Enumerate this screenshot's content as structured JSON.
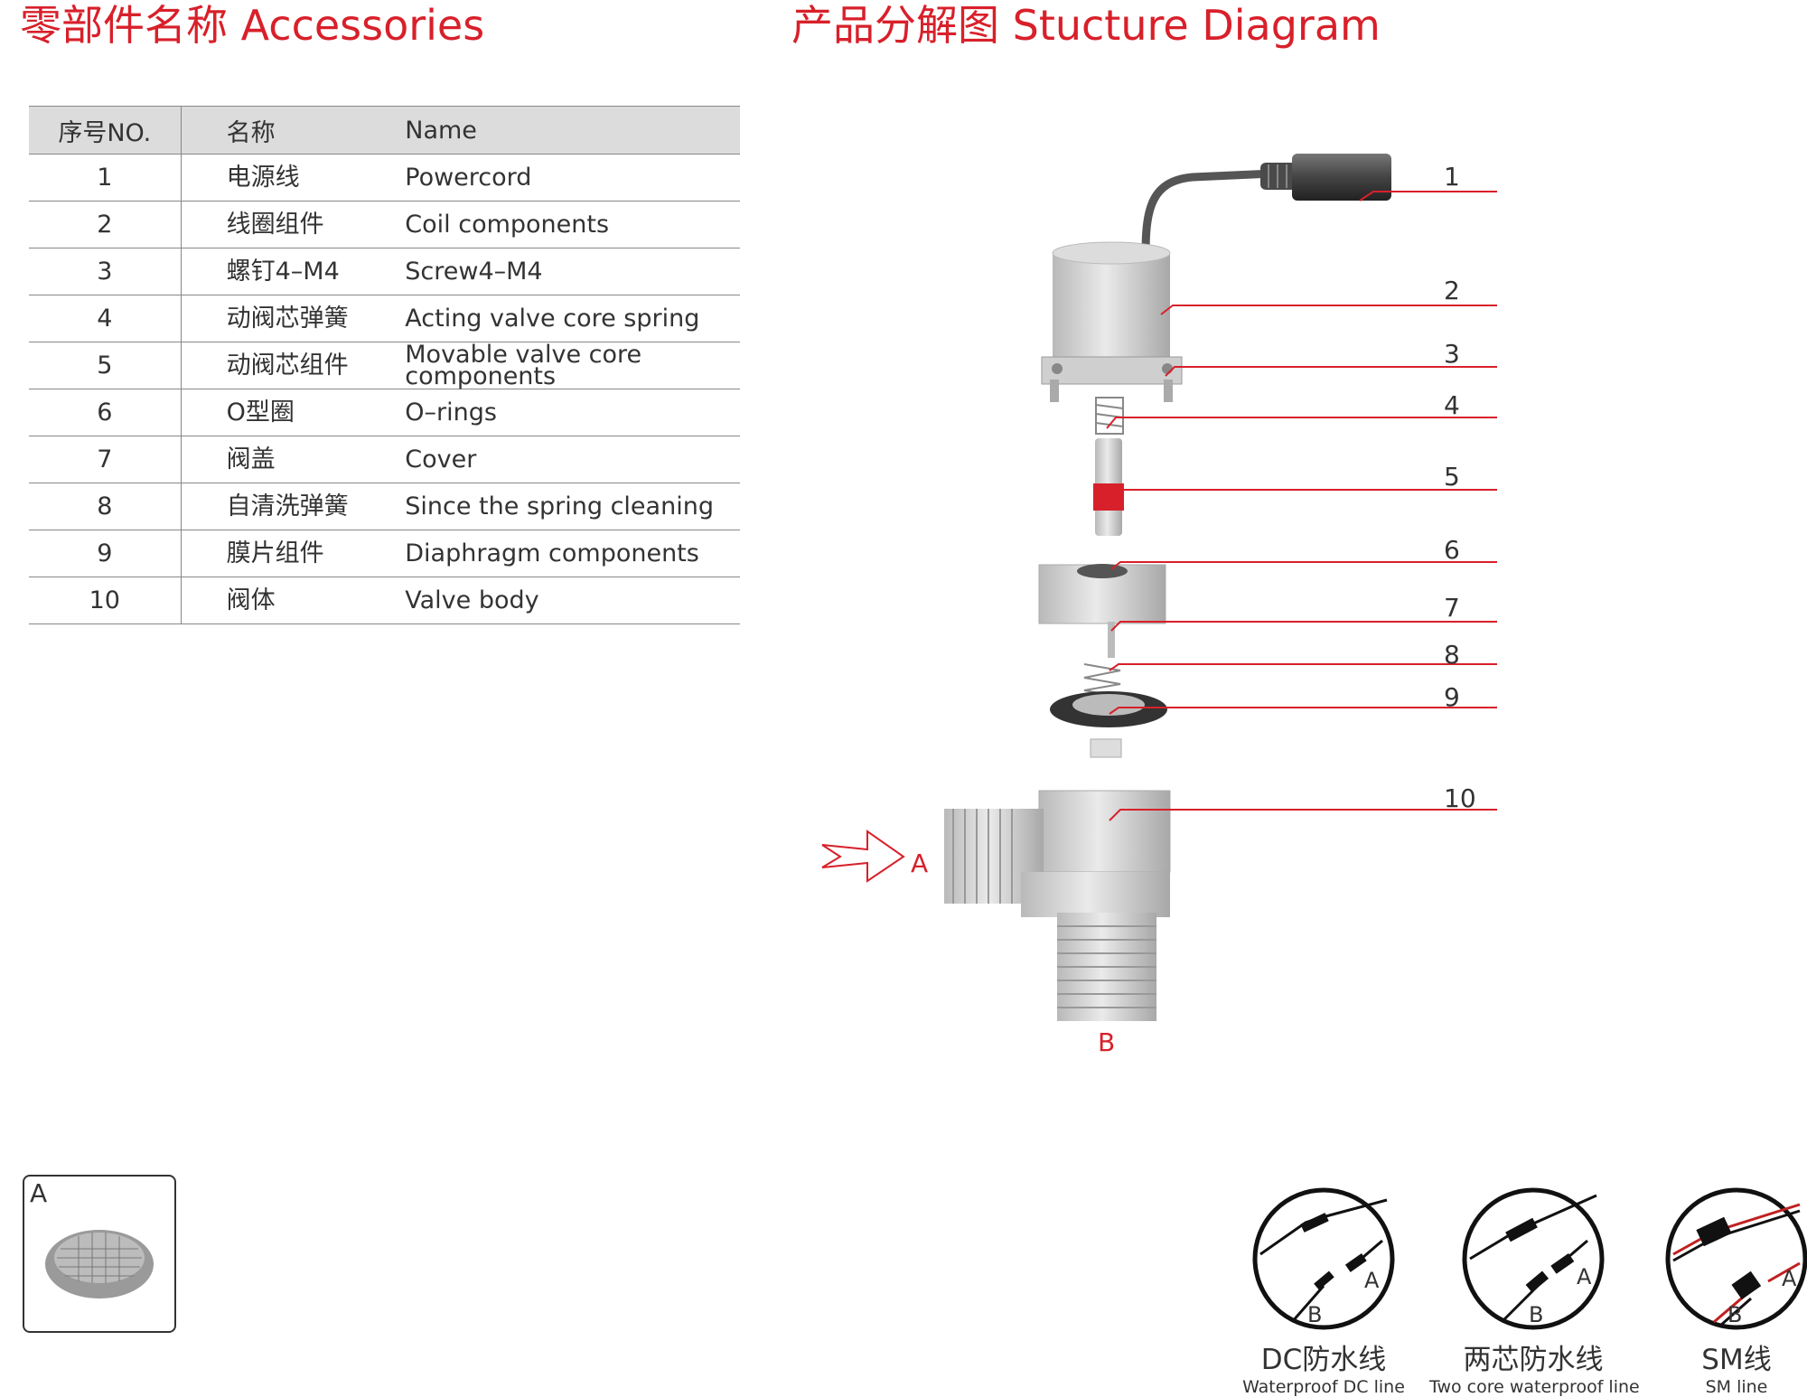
{
  "titles": {
    "left": "零部件名称 Accessories",
    "right": "产品分解图 Stucture Diagram"
  },
  "table": {
    "headers": [
      "序号NO.",
      "名称",
      "Name"
    ],
    "rows": [
      [
        "1",
        "电源线",
        "Powercord"
      ],
      [
        "2",
        "线圈组件",
        "Coil components"
      ],
      [
        "3",
        "螺钉4–M4",
        "Screw4–M4"
      ],
      [
        "4",
        "动阀芯弹簧",
        "Acting valve core spring"
      ],
      [
        "5",
        "动阀芯组件",
        "Movable valve core components"
      ],
      [
        "6",
        "O型圈",
        "O–rings"
      ],
      [
        "7",
        "阀盖",
        "Cover"
      ],
      [
        "8",
        "自清洗弹簧",
        "Since the spring cleaning"
      ],
      [
        "9",
        "膜片组件",
        "Diaphragm components"
      ],
      [
        "10",
        "阀体",
        "Valve body"
      ]
    ]
  },
  "diagram": {
    "callouts": [
      "1",
      "2",
      "3",
      "4",
      "5",
      "6",
      "7",
      "8",
      "9",
      "10"
    ],
    "inlet_label": "A",
    "outlet_label": "B",
    "accent_color": "#d8202a"
  },
  "filter_box": {
    "label": "A"
  },
  "cables": [
    {
      "cn": "DC防水线",
      "en": "Waterproof DC line",
      "a": "A",
      "b": "B"
    },
    {
      "cn": "两芯防水线",
      "en": "Two core waterproof line",
      "a": "A",
      "b": "B"
    },
    {
      "cn": "SM线",
      "en": "SM line",
      "a": "A",
      "b": "B"
    }
  ]
}
